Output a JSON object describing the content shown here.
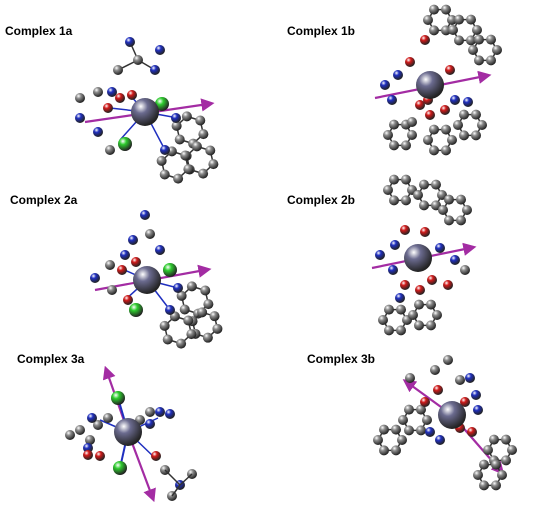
{
  "figure": {
    "panels": [
      {
        "id": "1a",
        "label": "Complex 1a"
      },
      {
        "id": "1b",
        "label": "Complex 1b"
      },
      {
        "id": "2a",
        "label": "Complex 2a"
      },
      {
        "id": "2b",
        "label": "Complex 2b"
      },
      {
        "id": "3a",
        "label": "Complex 3a"
      },
      {
        "id": "3b",
        "label": "Complex 3b"
      }
    ]
  },
  "colors": {
    "carbon": "#8c8c8c",
    "nitrogen": "#1f2fbf",
    "oxygen": "#d11a1a",
    "chlorine": "#2ecc2e",
    "metal": "#6b6b8f",
    "bond_metal": "#1f2fbf",
    "axis_vector": "#a32ca3",
    "background": "#ffffff"
  }
}
